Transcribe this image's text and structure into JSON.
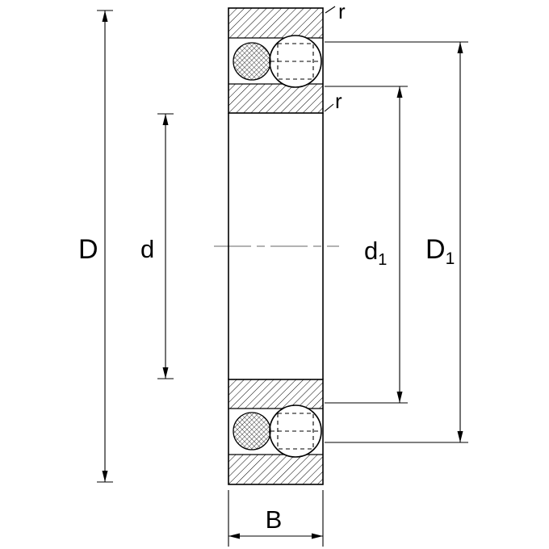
{
  "diagram": {
    "colors": {
      "line": "#000000",
      "centerline": "#9a9a9a",
      "background": "#ffffff"
    },
    "labels": {
      "D": "D",
      "d": "d",
      "d1_base": "d",
      "d1_sub": "1",
      "D1_base": "D",
      "D1_sub": "1",
      "B": "B",
      "r_outer": "r",
      "r_inner": "r"
    }
  }
}
